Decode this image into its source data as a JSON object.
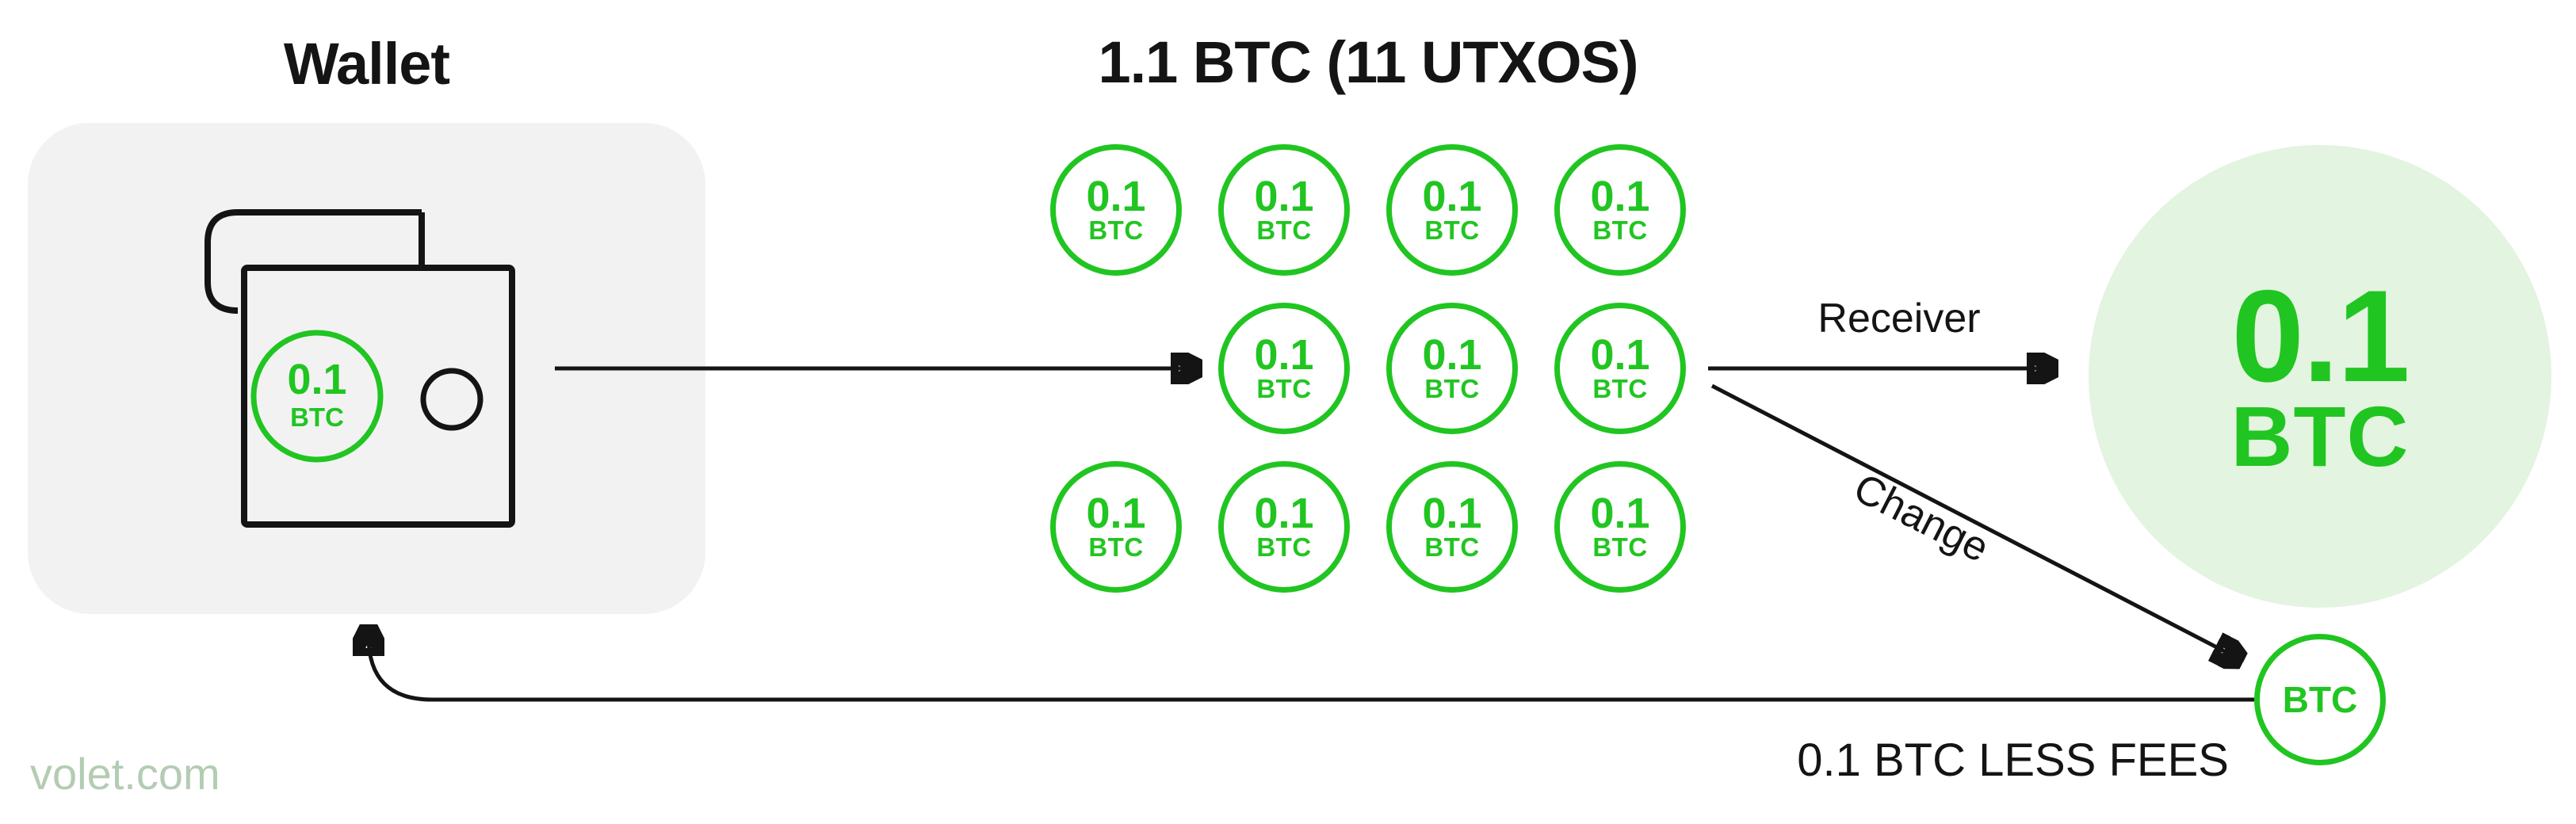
{
  "colors": {
    "accent_green": "#21C521",
    "pale_green": "#E3F4E0",
    "panel_gray": "#F2F2F3",
    "ink": "#141414",
    "watermark_green": "#B3CCB3"
  },
  "wallet": {
    "title": "Wallet",
    "coin": {
      "amount": "0.1",
      "unit": "BTC"
    }
  },
  "utxo_section": {
    "title": "1.1 BTC (11 UTXOS)",
    "utxos": [
      {
        "amount": "0.1",
        "unit": "BTC"
      },
      {
        "amount": "0.1",
        "unit": "BTC"
      },
      {
        "amount": "0.1",
        "unit": "BTC"
      },
      {
        "amount": "0.1",
        "unit": "BTC"
      },
      {
        "amount": "0.1",
        "unit": "BTC"
      },
      {
        "amount": "0.1",
        "unit": "BTC"
      },
      {
        "amount": "0.1",
        "unit": "BTC"
      },
      {
        "amount": "0.1",
        "unit": "BTC"
      },
      {
        "amount": "0.1",
        "unit": "BTC"
      },
      {
        "amount": "0.1",
        "unit": "BTC"
      },
      {
        "amount": "0.1",
        "unit": "BTC"
      }
    ]
  },
  "flows": {
    "receiver_label": "Receiver",
    "change_label": "Change",
    "fees_note": "0.1 BTC LESS FEES"
  },
  "receiver_coin": {
    "amount": "0.1",
    "unit": "BTC"
  },
  "change_coin": {
    "label": "BTC"
  },
  "watermark": "volet.com"
}
